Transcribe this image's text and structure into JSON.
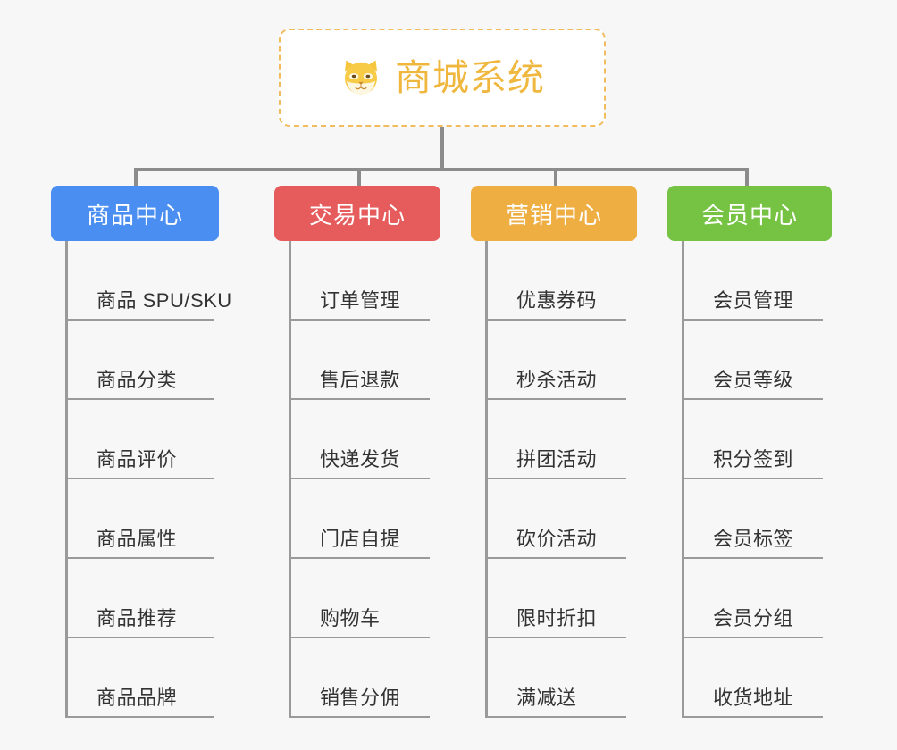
{
  "root": {
    "title": "商城系统",
    "logo_icon": "shiba-dog-icon",
    "border_color": "#f0bc5e",
    "text_color": "#f0b73e",
    "background": "#ffffff"
  },
  "canvas": {
    "background": "#f7f7f7",
    "connector_color": "#8c8c8c"
  },
  "branches": [
    {
      "label": "商品中心",
      "color": "#4a8ef1",
      "leaves": [
        {
          "label": "商品 SPU/SKU"
        },
        {
          "label": "商品分类"
        },
        {
          "label": "商品评价"
        },
        {
          "label": "商品属性"
        },
        {
          "label": "商品推荐"
        },
        {
          "label": "商品品牌"
        }
      ]
    },
    {
      "label": "交易中心",
      "color": "#e65c5c",
      "leaves": [
        {
          "label": "订单管理"
        },
        {
          "label": "售后退款"
        },
        {
          "label": "快递发货"
        },
        {
          "label": "门店自提"
        },
        {
          "label": "购物车"
        },
        {
          "label": "销售分佣"
        }
      ]
    },
    {
      "label": "营销中心",
      "color": "#eeae42",
      "leaves": [
        {
          "label": "优惠券码"
        },
        {
          "label": "秒杀活动"
        },
        {
          "label": "拼团活动"
        },
        {
          "label": "砍价活动"
        },
        {
          "label": "限时折扣"
        },
        {
          "label": "满减送"
        }
      ]
    },
    {
      "label": "会员中心",
      "color": "#76c343",
      "leaves": [
        {
          "label": "会员管理"
        },
        {
          "label": "会员等级"
        },
        {
          "label": "积分签到"
        },
        {
          "label": "会员标签"
        },
        {
          "label": "会员分组"
        },
        {
          "label": "收货地址"
        }
      ]
    }
  ]
}
